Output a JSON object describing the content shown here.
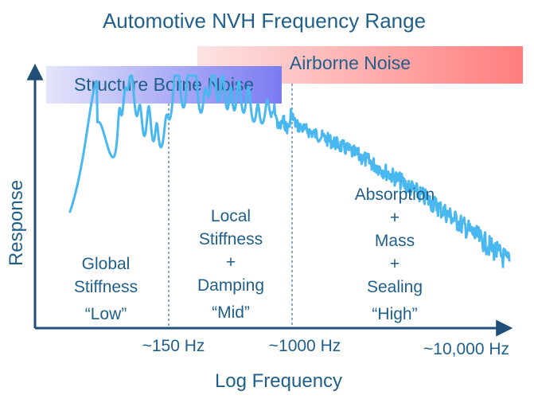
{
  "title": "Automotive NVH Frequency Range",
  "bands": {
    "airborne": {
      "label": "Airborne Noise",
      "gradient": [
        "#fde3e3",
        "#ff7d7d"
      ]
    },
    "structure": {
      "label": "Structure Borne Noise",
      "gradient": [
        "#e4e4fb",
        "#7b7bf2"
      ]
    }
  },
  "axes": {
    "ylabel": "Response",
    "xlabel": "Log Frequency",
    "ticks": [
      "~150 Hz",
      "~1000 Hz",
      "~10,000 Hz"
    ]
  },
  "regions": {
    "low": {
      "lines": [
        "Global",
        "Stiffness"
      ],
      "tag": "“Low”"
    },
    "mid": {
      "lines": [
        "Local",
        "Stiffness",
        "+",
        "Damping"
      ],
      "tag": "“Mid”"
    },
    "high": {
      "lines": [
        "Absorption",
        "+",
        "Mass",
        "+",
        "Sealing"
      ],
      "tag": "“High”"
    }
  },
  "colors": {
    "text": "#1f5f8b",
    "axis": "#1f4e79",
    "curve": "#4ab8f0",
    "divider": "#1f4e79"
  }
}
